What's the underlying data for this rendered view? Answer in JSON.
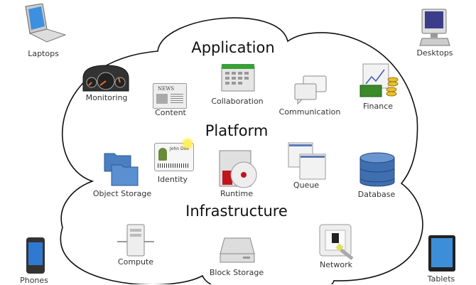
{
  "headings": {
    "application": "Application",
    "platform": "Platform",
    "infrastructure": "Infrastructure"
  },
  "devices": {
    "laptops": {
      "label": "Laptops",
      "icon": "laptop-icon"
    },
    "desktops": {
      "label": "Desktops",
      "icon": "desktop-icon"
    },
    "phones": {
      "label": "Phones",
      "icon": "phone-icon"
    },
    "tablets": {
      "label": "Tablets",
      "icon": "tablet-icon"
    }
  },
  "application": {
    "monitoring": {
      "label": "Monitoring",
      "icon": "dashboard-gauge-icon"
    },
    "content": {
      "label": "Content",
      "icon": "newspaper-icon",
      "icon_text": "NEWS"
    },
    "collaboration": {
      "label": "Collaboration",
      "icon": "calendar-icon"
    },
    "communication": {
      "label": "Communication",
      "icon": "chat-bubbles-icon"
    },
    "finance": {
      "label": "Finance",
      "icon": "money-chart-icon"
    }
  },
  "platform": {
    "object_storage": {
      "label": "Object Storage",
      "icon": "folders-icon"
    },
    "identity": {
      "label": "Identity",
      "icon": "id-card-icon",
      "icon_text": "John Doe"
    },
    "runtime": {
      "label": "Runtime",
      "icon": "software-box-disc-icon"
    },
    "queue": {
      "label": "Queue",
      "icon": "stacked-windows-icon"
    },
    "database": {
      "label": "Database",
      "icon": "database-icon"
    }
  },
  "infrastructure": {
    "compute": {
      "label": "Compute",
      "icon": "server-icon"
    },
    "block_storage": {
      "label": "Block Storage",
      "icon": "hard-drive-icon"
    },
    "network": {
      "label": "Network",
      "icon": "network-jack-icon"
    }
  },
  "colors": {
    "cloud_outline": "#111111",
    "folder": "#4a7fc1",
    "database": "#3f6fb0",
    "calendar": "#3aa03a",
    "money": "#3c8a2a",
    "disc_red": "#c0161b"
  }
}
